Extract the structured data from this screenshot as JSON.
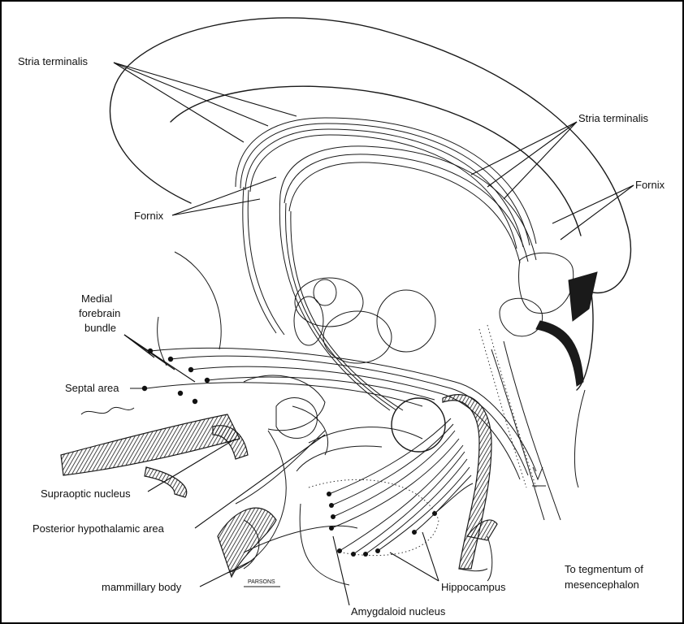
{
  "labels": {
    "stria_terminalis_left": "Stria terminalis",
    "stria_terminalis_right": "Stria terminalis",
    "fornix_left": "Fornix",
    "fornix_right": "Fornix",
    "medial_forebrain_bundle_line1": "Medial",
    "medial_forebrain_bundle_line2": "forebrain",
    "medial_forebrain_bundle_line3": "bundle",
    "septal_area": "Septal area",
    "supraoptic_nucleus": "Supraoptic nucleus",
    "posterior_hypothalamic_area": "Posterior hypothalamic area",
    "mammillary_body": "mammillary body",
    "amygdaloid_nucleus": "Amygdaloid nucleus",
    "hippocampus": "Hippocampus",
    "tegmentum_line1": "To tegmentum of",
    "tegmentum_line2": "mesencephalon",
    "signature": "PARSONS"
  }
}
